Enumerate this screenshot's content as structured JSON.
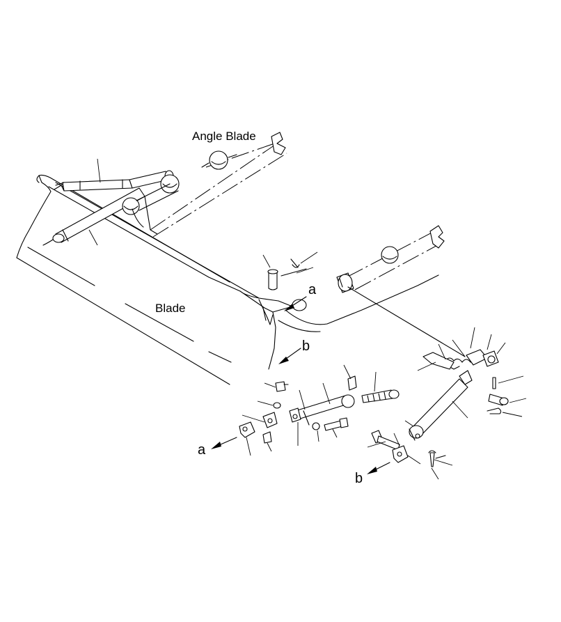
{
  "labels": {
    "angle_blade": "Angle Blade",
    "blade": "Blade",
    "callout_a_top": "a",
    "callout_b_top": "b",
    "callout_a_bottom": "a",
    "callout_b_bottom": "b"
  }
}
